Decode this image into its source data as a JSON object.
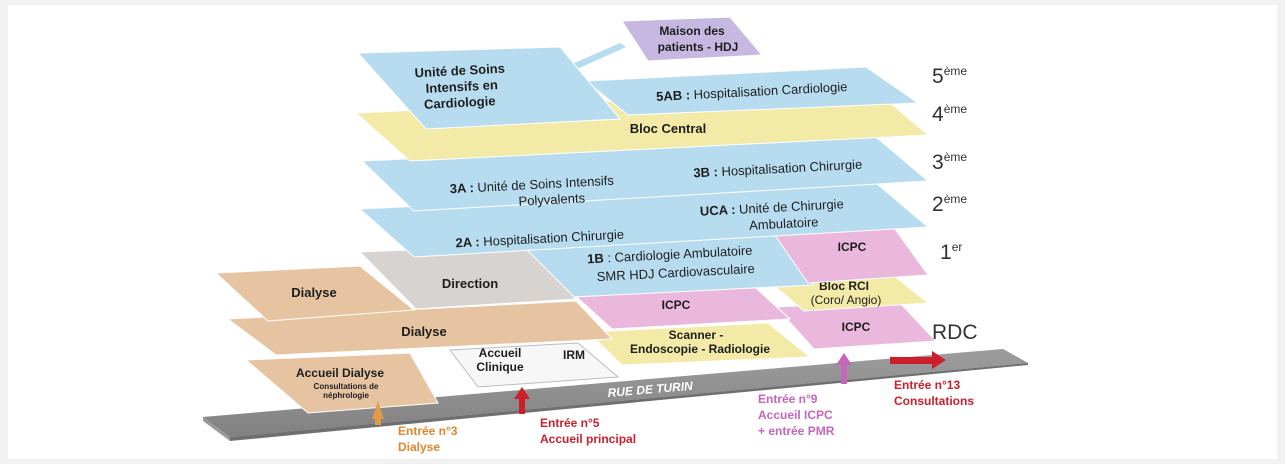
{
  "floors": {
    "f5": "5",
    "f5_sup": "ème",
    "f4": "4",
    "f4_sup": "ème",
    "f3": "3",
    "f3_sup": "ème",
    "f2": "2",
    "f2_sup": "ème",
    "f1": "1",
    "f1_sup": "er",
    "rdc": "RDC"
  },
  "blocks": {
    "usic": [
      "Unité de Soins",
      "Intensifs en",
      "Cardiologie"
    ],
    "maison": [
      "Maison des",
      "patients - HDJ"
    ],
    "hosp5_code": "5AB : ",
    "hosp5_text": "Hospitalisation Cardiologie",
    "bloc_central": "Bloc Central",
    "u3a_code": "3A : ",
    "u3a_line1": "Unité de Soins Intensifs",
    "u3a_line2": "Polyvalents",
    "u3b_code": "3B : ",
    "u3b_text": "Hospitalisation  Chirurgie",
    "u2a_code": "2A : ",
    "u2a_text": "Hospitalisation Chirurgie",
    "uca_code": "UCA : ",
    "uca_line1": "Unité de Chirurgie",
    "uca_line2": "Ambulatoire",
    "u1b_code": "1B",
    "u1b_line1": " : Cardiologie Ambulatoire",
    "u1b_line2": "SMR HDJ Cardiovasculaire",
    "icpc_1er": "ICPC",
    "bloc_rci": "Bloc RCI",
    "bloc_rci_sub": "(Coro/ Angio)",
    "direction": "Direction",
    "dialyse_upper": "Dialyse",
    "dialyse_lower": "Dialyse",
    "icpc_mid": "ICPC",
    "icpc_rdc": "ICPC",
    "scanner": [
      "Scanner -",
      "Endoscopie - Radiologie"
    ],
    "irm": "IRM",
    "accueil_clinique": [
      "Accueil",
      "Clinique"
    ],
    "accueil_dialyse": "Accueil Dialyse",
    "accueil_dialyse_sub": [
      "Consultations de",
      "néphrologie"
    ]
  },
  "street": "RUE DE TURIN",
  "entrances": {
    "e3": [
      "Entrée n°3",
      "Dialyse"
    ],
    "e5": [
      "Entrée n°5",
      "Accueil principal"
    ],
    "e9": [
      "Entrée n°9",
      "Accueil ICPC",
      "+ entrée PMR"
    ],
    "e13": [
      "Entrée n°13",
      "Consultations"
    ]
  },
  "colors": {
    "blue": "#b8dcef",
    "yellow": "#f2eaa6",
    "pink": "#e9b8dc",
    "lavender": "#c7b8e2",
    "tan": "#e6c4a2",
    "grey_block": "#d6d3d0",
    "white_block": "#f7f7f7",
    "road": "#8a8a8a",
    "orange_arrow": "#e09a4a",
    "red_arrow": "#cc1f2b",
    "pink_arrow": "#c467b8"
  }
}
